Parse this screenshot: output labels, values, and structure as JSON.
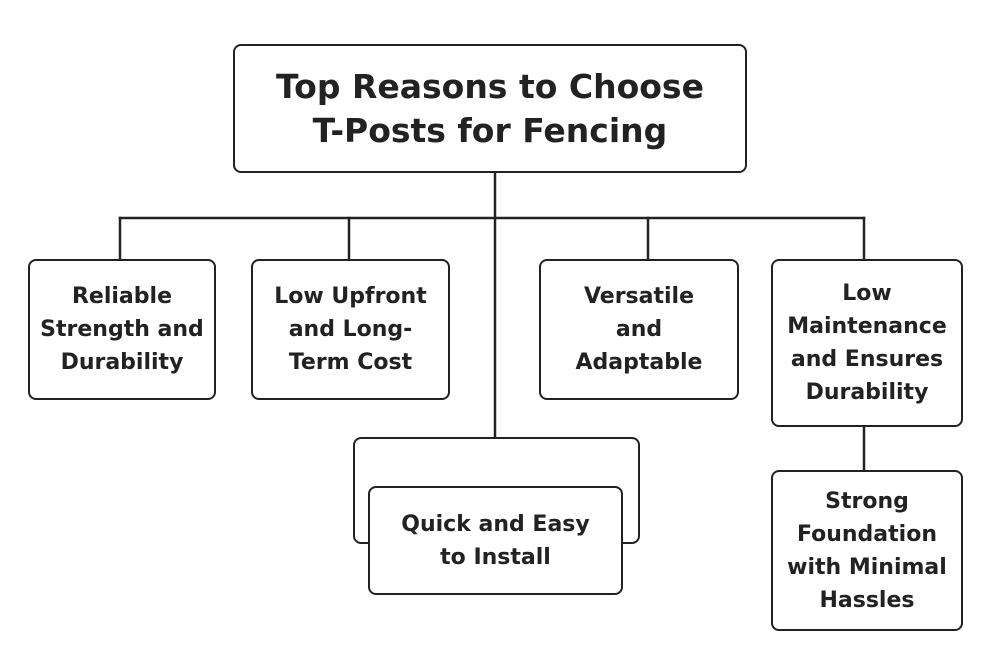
{
  "diagram": {
    "root": {
      "title_line1": "Top Reasons to Choose",
      "title_line2": "T-Posts for Fencing"
    },
    "reasons": [
      {
        "lines": [
          "Reliable",
          "Strength and",
          "Durability"
        ]
      },
      {
        "lines": [
          "Low Upfront",
          "and Long-",
          "Term Cost"
        ]
      },
      {
        "lines": [
          "Versatile",
          "and",
          "Adaptable"
        ]
      },
      {
        "lines": [
          "Low",
          "Maintenance",
          "and Ensures",
          "Durability"
        ]
      },
      {
        "lines": [
          "Quick and Easy",
          "to Install"
        ]
      }
    ],
    "sub_reason": {
      "lines": [
        "Strong",
        "Foundation",
        "with Minimal",
        "Hassles"
      ]
    },
    "colors": {
      "stroke": "#222222",
      "background": "#ffffff",
      "text": "#222222"
    }
  }
}
